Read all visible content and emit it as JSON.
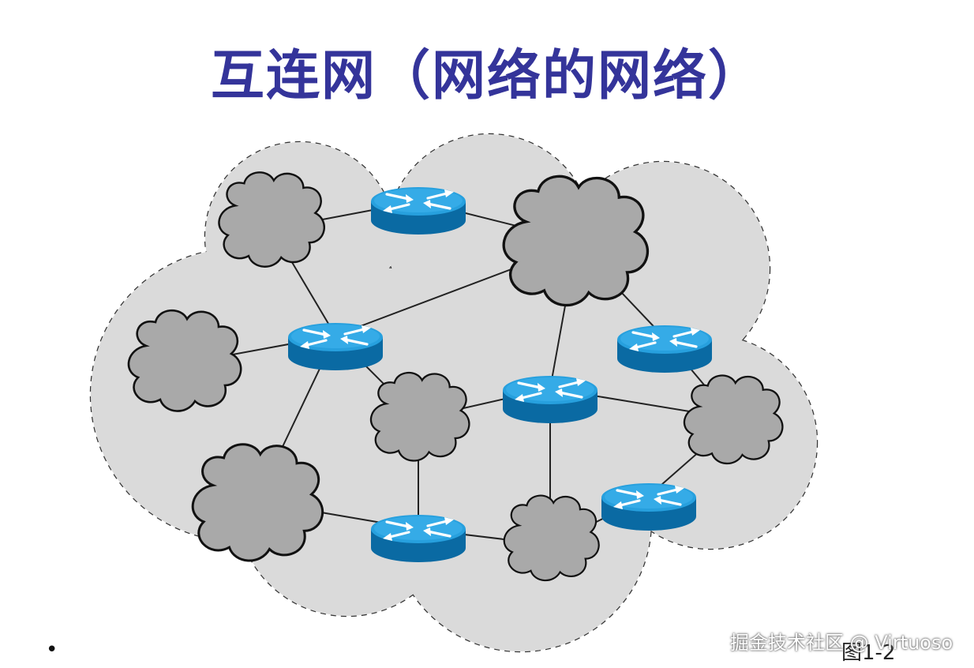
{
  "title": "互连网（网络的网络）",
  "bullet": "•",
  "figure_caption": "图1-2",
  "watermark": "掘金技术社区 @ Virtuoso",
  "colors": {
    "title": "#34349a",
    "outer_cloud_fill": "#dadada",
    "network_cloud_fill": "#a9a9a9",
    "router_top": "#27a0de",
    "router_side": "#0a6aa3",
    "router_arrow": "#ffffff"
  },
  "diagram": {
    "nodes": [
      {
        "id": "net-top-left",
        "kind": "network"
      },
      {
        "id": "net-top-right",
        "kind": "network"
      },
      {
        "id": "net-left",
        "kind": "network"
      },
      {
        "id": "net-center",
        "kind": "network"
      },
      {
        "id": "net-bottom-left",
        "kind": "network"
      },
      {
        "id": "net-bottom-center",
        "kind": "network"
      },
      {
        "id": "net-right",
        "kind": "network"
      },
      {
        "id": "router-top",
        "kind": "router"
      },
      {
        "id": "router-left",
        "kind": "router"
      },
      {
        "id": "router-center",
        "kind": "router"
      },
      {
        "id": "router-right",
        "kind": "router"
      },
      {
        "id": "router-bottom",
        "kind": "router"
      },
      {
        "id": "router-bottom-right",
        "kind": "router"
      }
    ],
    "links": [
      [
        "net-top-left",
        "router-top"
      ],
      [
        "router-top",
        "net-top-right"
      ],
      [
        "net-top-left",
        "router-left"
      ],
      [
        "router-left",
        "net-top-right"
      ],
      [
        "router-left",
        "net-left"
      ],
      [
        "router-left",
        "net-center"
      ],
      [
        "router-left",
        "net-bottom-left"
      ],
      [
        "net-top-right",
        "router-center"
      ],
      [
        "net-top-right",
        "router-right"
      ],
      [
        "router-right",
        "net-right"
      ],
      [
        "router-center",
        "net-center"
      ],
      [
        "router-center",
        "net-right"
      ],
      [
        "router-center",
        "net-bottom-center"
      ],
      [
        "net-center",
        "router-bottom"
      ],
      [
        "net-bottom-left",
        "router-bottom"
      ],
      [
        "router-bottom",
        "net-bottom-center"
      ],
      [
        "net-bottom-center",
        "router-bottom-right"
      ],
      [
        "router-bottom-right",
        "net-right"
      ]
    ]
  }
}
